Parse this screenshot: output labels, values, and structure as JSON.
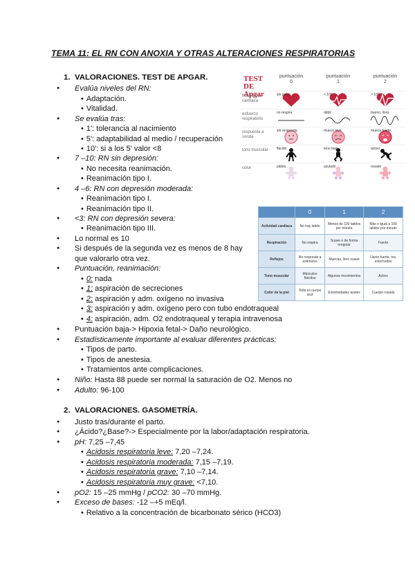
{
  "title": "TEMA 11: EL RN CON ANOXIA Y OTRAS ALTERACIONES RESPIRATORIAS",
  "section1": {
    "num": "1.",
    "heading": "VALORACIONES. TEST DE APGAR.",
    "l1": "Evalúa niveles del RN:",
    "l2": "Adaptación.",
    "l3": "Vitalidad.",
    "l4": "Se evalúa tras:",
    "l5": "1': tolerancia al nacimiento",
    "l6": "5': adaptabilidad al medio / recuperación",
    "l7": "10': si a los 5' valor <8",
    "l8": "7 –10: RN sin depresión:",
    "l9": "No necesita reanimación.",
    "l10": "Reanimación tipo I.",
    "l11": "4 –6: RN con depresión moderada:",
    "l12": "Reanimación tipo I.",
    "l13": "Reanimación tipo II.",
    "l14": "<3: RN con depresión severa:",
    "l15": "Reanimación tipo III.",
    "l16": "Lo normal es 10",
    "l17": "Si después de la segunda vez es menos de 8 hay",
    "l18": "que valorarlo otra vez.",
    "l19": "Puntuación, reanimación:",
    "l20a": "0:",
    "l20b": " nada",
    "l21a": "1:",
    "l21b": " aspiración de secreciones",
    "l22a": "2:",
    "l22b": " aspiración y adm. oxígeno no invasiva",
    "l23a": "3:",
    "l23b": " aspiración y adm. oxígeno pero con tubo  endotraqueal",
    "l24a": "4:",
    "l24b": " aspiración, adm. O2 endotraqueal y terapia intravenosa",
    "l25": "Puntuación baja-> Hipoxia fetal-> Daño neurológico.",
    "l26": "Estadísticamente importante al evaluar diferentes prácticas:",
    "l27": "Tipos de parto.",
    "l28": "Tipos de anestesia.",
    "l29": "Tratamientos ante complicaciones.",
    "l30a": "Niño:",
    "l30b": " Hasta 88 puede ser normal la saturación de O2. Menos no",
    "l31a": "Adulto:",
    "l31b": " 96-100"
  },
  "section2": {
    "num": "2.",
    "heading": "VALORACIONES. GASOMETRÍA.",
    "l1": "Justo tras/durante el parto.",
    "l2": "¿Ácido?¿Base?-> Especialmente por la labor/adaptación respiratoria.",
    "l3a": "pH:",
    "l3b": " 7,25 –7,45",
    "l4a": "Acidosis respiratoria leve:",
    "l4b": " 7,20 –7,24.",
    "l5a": "Acidosis respiratoria moderada:",
    "l5b": " 7,15 –7,19.",
    "l6a": "Acidosis respiratoria grave:",
    "l6b": " 7,10 –7,14.",
    "l7a": "Acidosis respiratoria muy grave:",
    "l7b": " <7,10.",
    "l8a": "pO2:",
    "l8b": " 15 –25 mmHg / ",
    "l8c": "pCO2:",
    "l8d": " 30 –70 mmHg.",
    "l9a": "Exceso de bases:",
    "l9b": " -12 –+5 mEq/l.",
    "l10": "Relativo a la concentración de bicarbonato sérico (HCO3)"
  },
  "apgar_graphic": {
    "logo1": "TEST DE",
    "logo2": "Apgar",
    "h0": "puntuación",
    "h0n": "0",
    "h1": "puntuación",
    "h1n": "1",
    "h2": "puntuación",
    "h2n": "2",
    "r1": "frecuencia cardíaca",
    "r2": "esfuerzo respiratorio",
    "r3": "respuesta a sonda",
    "r4": "tono muscular",
    "r5": "color",
    "c": {
      "a0": "sin pulso",
      "a1": "< 100",
      "a2": "> 100",
      "b0": "no respira",
      "b1": "débil",
      "b2": "bueno, llora",
      "c0": "sin respuesta",
      "c1": "mueca leve",
      "c2": "mueca fuerte",
      "d0": "flácido",
      "d1": "tono bajo",
      "d2": "activo",
      "e0": "pálido",
      "e1": "azulado",
      "e2": "rosado"
    },
    "colors": {
      "heart": "#c0233d",
      "pink": "#f3c6d0",
      "face": "#e45a72"
    }
  },
  "apgar_table": {
    "headers": [
      "",
      "0",
      "1",
      "2"
    ],
    "rows": [
      [
        "Actividad cardiaca",
        "No hay latido",
        "Menos de 100 latidos por minuto",
        "Más o igual a 100 latidos por minuto"
      ],
      [
        "Respiración",
        "No respira",
        "Suave o de forma irregular",
        "Fuerte"
      ],
      [
        "Reflejos",
        "No responde a estímulos",
        "Muecas, lloro suave",
        "Llanto fuerte, tos, estornudos"
      ],
      [
        "Tono muscular",
        "Músculos flácidos",
        "Algunos movimientos",
        "Activo"
      ],
      [
        "Color de la piel",
        "Todo el cuerpo azul",
        "Extremidades azules",
        "Cuerpo rosado"
      ]
    ]
  }
}
